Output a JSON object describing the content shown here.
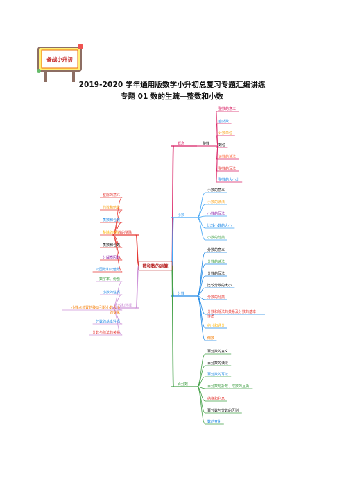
{
  "logo": {
    "text": "备战小升初"
  },
  "title": {
    "line1": "2019-2020 学年通用版数学小升初总复习专题汇编讲练",
    "line2": "专题 01    数的生疏—整数和小数"
  },
  "mindmap": {
    "center": "数和数的运算",
    "branches": [
      {
        "label": "概念",
        "color": "#d81b60",
        "sub": "整数",
        "leaves": [
          "整数的意义",
          "自然数",
          "计数单位",
          "数位",
          "读数的读法",
          "整数的写法",
          "整数的大小比"
        ],
        "leaf_colors": [
          "#d81b60",
          "#1e88e5",
          "#f9a825",
          "#111111",
          "#ff7043",
          "#e53935",
          "#1e88e5"
        ]
      },
      {
        "label": "小数",
        "color": "#42a5f5",
        "leaves": [
          "小数的意义",
          "小数的读法",
          "小数的写法",
          "比较小数的大小",
          "小数的分类"
        ],
        "leaf_colors": [
          "#111111",
          "#f9a825",
          "#8e24aa",
          "#1e88e5",
          "#43a047"
        ]
      },
      {
        "label": "分数",
        "color": "#1e88e5",
        "leaves": [
          "分数的意义",
          "分数的读法",
          "分数的写法",
          "比较分数的大小",
          "分数的分类",
          "分数和除法的关系及分数的基本性质",
          "约分和通分",
          "倒数"
        ],
        "leaf_colors": [
          "#111111",
          "#43a047",
          "#111111",
          "#111111",
          "#e53935",
          "#e53935",
          "#ffb300",
          "#f57c00"
        ]
      },
      {
        "label": "百分数",
        "color": "#43a047",
        "leaves": [
          "百分数的意义",
          "百分数的读法",
          "百分数的写法",
          "百分数与折数、成数的互换",
          "纳税和利息",
          "百分数与分数的区别",
          "数的变化"
        ],
        "leaf_colors": [
          "#111111",
          "#111111",
          "#1e88e5",
          "#43a047",
          "#e53935",
          "#111111",
          "#1e88e5"
        ]
      },
      {
        "label": "数的整除",
        "color": "#e53935",
        "leaves": [
          "整除的意义",
          "约数和倍数",
          "质数和合数",
          "整除的特征",
          "质数和合数",
          "分解质因数",
          "公因数和公倍数"
        ],
        "leaf_colors": [
          "#e53935",
          "#f9a825",
          "#1e88e5",
          "#ffb300",
          "#111111",
          "#8e24aa",
          "#1e88e5"
        ]
      },
      {
        "label": "比较和选择",
        "color": "#ce93d8",
        "leaves": [
          "数字率、份额",
          "小数的性质",
          "小数点位置的移动引起小数大小的变化",
          "分数的基本性质",
          "分数与除法的关系"
        ],
        "leaf_colors": [
          "#43a047",
          "#1e88e5",
          "#f57c00",
          "#1e88e5",
          "#e53935"
        ]
      }
    ]
  }
}
